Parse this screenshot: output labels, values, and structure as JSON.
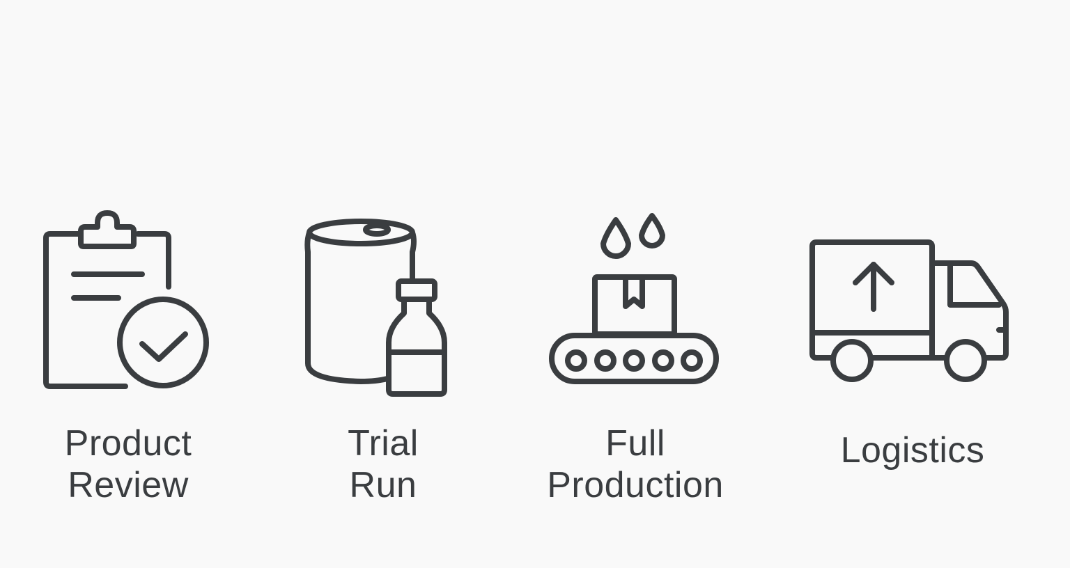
{
  "steps": [
    {
      "id": "product-review",
      "icon": "clipboard-check-icon",
      "label_lines": [
        "Product",
        "Review"
      ]
    },
    {
      "id": "trial-run",
      "icon": "can-and-bottle-icon",
      "label_lines": [
        "Trial",
        "Run"
      ]
    },
    {
      "id": "full-production",
      "icon": "conveyor-belt-box-icon",
      "label_lines": [
        "Full",
        "Production"
      ]
    },
    {
      "id": "logistics",
      "icon": "delivery-truck-icon",
      "label_lines": [
        "Logistics"
      ]
    }
  ],
  "colors": {
    "background": "#f9f9f9",
    "ink": "#3a3d40"
  }
}
